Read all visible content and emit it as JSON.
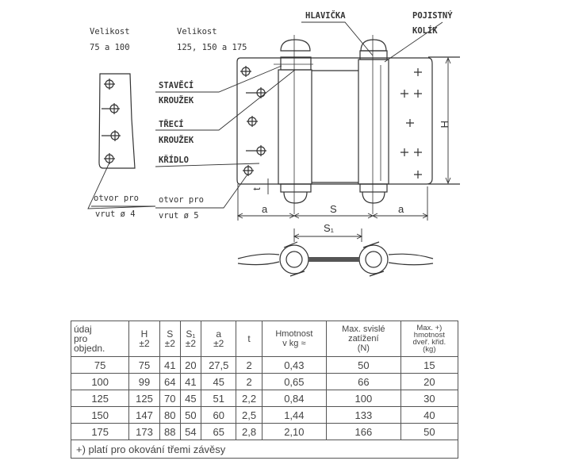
{
  "drawing": {
    "size_small_label": "Velikost",
    "size_small_value": "75 a 100",
    "size_large_label": "Velikost",
    "size_large_value": "125, 150 a 175",
    "labels": {
      "hlavicka": "HLAVIČKA",
      "pojistny": "POJISTNÝ",
      "kolik": "KOLÍK",
      "stavecí": "STAVĚCÍ",
      "krouzek1": "KROUŽEK",
      "treci": "TŘECÍ",
      "krouzek2": "KROUŽEK",
      "kridlo": "KŘÍDLO",
      "otvor4_1": "otvor pro",
      "otvor4_2": "vrut ø 4",
      "otvor5_1": "otvor pro",
      "otvor5_2": "vrut ø 5"
    },
    "dimensions": {
      "a_left": "a",
      "s": "S",
      "a_right": "a",
      "s1": "S₁",
      "h": "H",
      "t": "t"
    }
  },
  "table": {
    "headers": [
      [
        "údaj",
        "pro",
        "objedn."
      ],
      [
        "H",
        "±2"
      ],
      [
        "S",
        "±2"
      ],
      [
        "S₁",
        "±2"
      ],
      [
        "a",
        "±2"
      ],
      [
        "t"
      ],
      [
        "Hmotnost",
        "v kg ≈"
      ],
      [
        "Max. svislé",
        "zatížení",
        "(N)"
      ],
      [
        "Max. +)",
        "hmotnost",
        "dveř. křid.",
        "(kg)"
      ]
    ],
    "rows": [
      [
        "75",
        "75",
        "41",
        "20",
        "27,5",
        "2",
        "0,43",
        "50",
        "15"
      ],
      [
        "100",
        "99",
        "64",
        "41",
        "45",
        "2",
        "0,65",
        "66",
        "20"
      ],
      [
        "125",
        "125",
        "70",
        "45",
        "51",
        "2,2",
        "0,84",
        "100",
        "30"
      ],
      [
        "150",
        "147",
        "80",
        "50",
        "60",
        "2,5",
        "1,44",
        "133",
        "40"
      ],
      [
        "175",
        "173",
        "88",
        "54",
        "65",
        "2,8",
        "2,10",
        "166",
        "50"
      ]
    ],
    "footnote": "+)    platí pro okování třemi závěsy"
  }
}
